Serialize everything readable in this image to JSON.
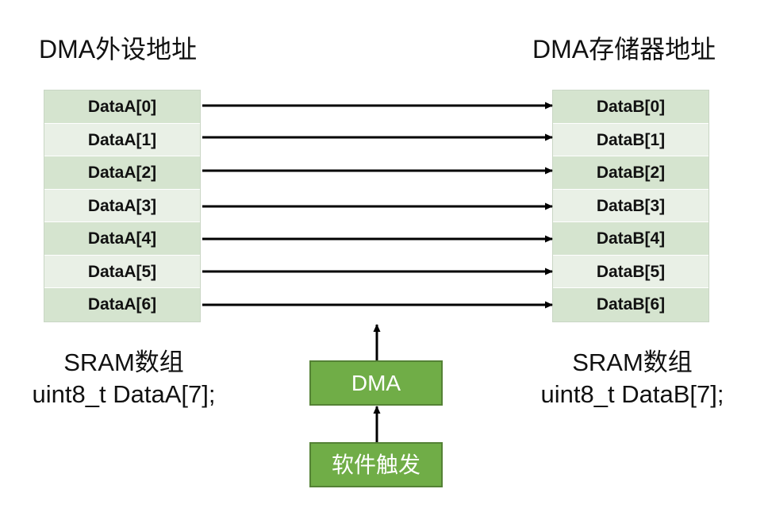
{
  "left": {
    "title": "DMA外设地址",
    "cells": [
      "DataA[0]",
      "DataA[1]",
      "DataA[2]",
      "DataA[3]",
      "DataA[4]",
      "DataA[5]",
      "DataA[6]"
    ],
    "caption_line1": "SRAM数组",
    "caption_line2": "uint8_t DataA[7];"
  },
  "right": {
    "title": "DMA存储器地址",
    "cells": [
      "DataB[0]",
      "DataB[1]",
      "DataB[2]",
      "DataB[3]",
      "DataB[4]",
      "DataB[5]",
      "DataB[6]"
    ],
    "caption_line1": "SRAM数组",
    "caption_line2": "uint8_t DataB[7];"
  },
  "dma_box": {
    "label": "DMA"
  },
  "trigger_box": {
    "label": "软件触发"
  },
  "colors": {
    "cell_dark": "#d5e4cf",
    "cell_light": "#e9f0e6",
    "box_fill": "#70ad47",
    "box_border": "#548235",
    "arrow": "#000000"
  }
}
